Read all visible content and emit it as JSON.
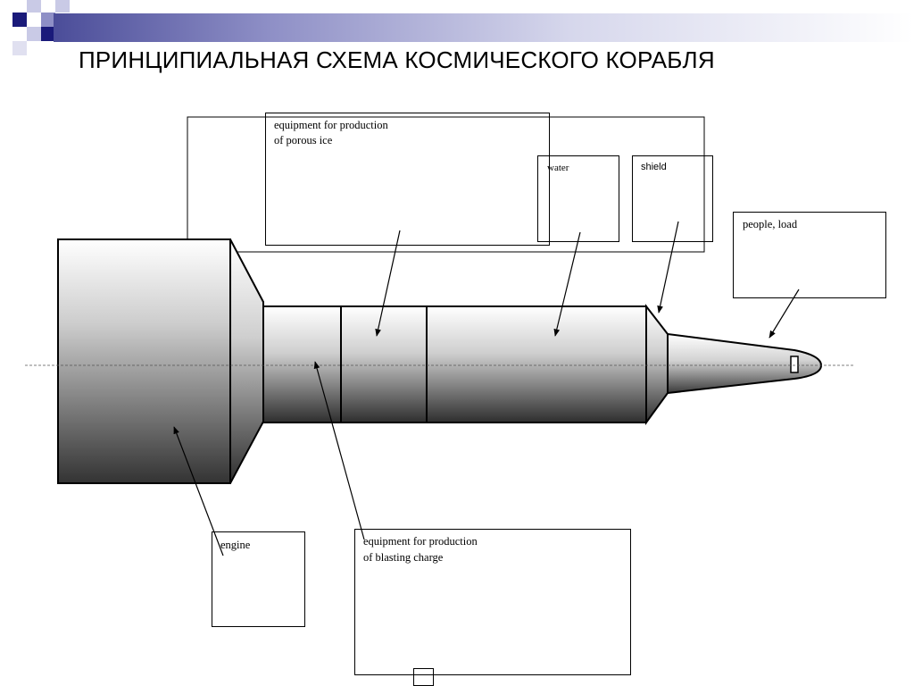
{
  "slide": {
    "title": "ПРИНЦИПИАЛЬНАЯ СХЕМА КОСМИЧЕСКОГО КОРАБЛЯ"
  },
  "labels": {
    "porous_ice_line1": "equipment for production",
    "porous_ice_line2": "of porous ice",
    "water": "water",
    "shield": "shield",
    "people_load": "people, load",
    "engine": "engine",
    "blasting_line1": "equipment for production",
    "blasting_line2": "of blasting charge"
  },
  "colors": {
    "accent_dark": "#1a1a7a",
    "accent_light": "#8e8fc6",
    "band_start": "#4b4d99",
    "band_end": "#ffffff",
    "body_light": "#ffffff",
    "body_dark": "#333333"
  }
}
